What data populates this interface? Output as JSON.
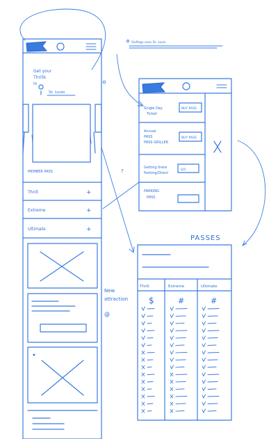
{
  "colors": {
    "ink": "#3a7be0",
    "paper": "#ffffff"
  },
  "phone": {
    "headline": [
      "Get your",
      "Thrills",
      "in"
    ],
    "location": "St. Louis",
    "items": [
      {
        "label": "Thrill",
        "action": "+"
      },
      {
        "label": "Extreme",
        "action": "+"
      },
      {
        "label": "Ultimate",
        "action": "+"
      }
    ],
    "section_label": "MEMBER PASS"
  },
  "address_note": "Sixflags area St. Louis",
  "detail": {
    "rows": [
      {
        "label": [
          "Single Day",
          "Ticket"
        ],
        "button": "BUY PASS"
      },
      {
        "label": [
          "Annual",
          "PASS",
          "PASS GRILLER"
        ],
        "button": "BUY PASS"
      },
      {
        "label": [
          "Getting there",
          "Parking/Direct"
        ],
        "button": "GO"
      },
      {
        "label": [
          "PARKING",
          "PASS"
        ],
        "button": ""
      }
    ]
  },
  "question_mark": "?",
  "passes": {
    "title": "PASSES",
    "columns": [
      {
        "name": "Thrill",
        "price": "$"
      },
      {
        "name": "Extreme",
        "price": "#"
      },
      {
        "name": "Ultimate",
        "price": "#"
      }
    ]
  },
  "annotation": [
    "New",
    "attraction",
    "@"
  ]
}
